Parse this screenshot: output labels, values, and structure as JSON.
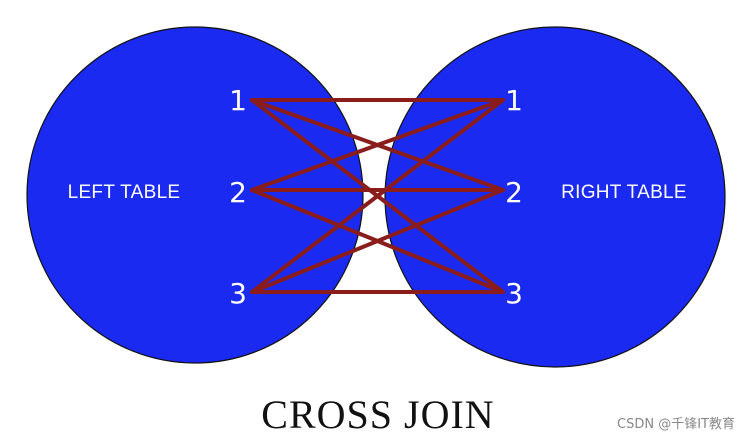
{
  "left_table": {
    "label": "LEFT TABLE",
    "rows": [
      "1",
      "2",
      "3"
    ]
  },
  "right_table": {
    "label": "RIGHT TABLE",
    "rows": [
      "1",
      "2",
      "3"
    ]
  },
  "connections": [
    {
      "from": "1",
      "to": "1"
    },
    {
      "from": "1",
      "to": "2"
    },
    {
      "from": "1",
      "to": "3"
    },
    {
      "from": "2",
      "to": "1"
    },
    {
      "from": "2",
      "to": "2"
    },
    {
      "from": "2",
      "to": "3"
    },
    {
      "from": "3",
      "to": "1"
    },
    {
      "from": "3",
      "to": "2"
    },
    {
      "from": "3",
      "to": "3"
    }
  ],
  "title": "CROSS JOIN",
  "watermark": "CSDN @千锋IT教育",
  "colors": {
    "circle_fill": "#1a2af0",
    "circle_stroke": "#111111",
    "line": "#8a1c1c",
    "text_on_circle": "#ffffff",
    "title": "#111111",
    "watermark": "#888888"
  }
}
